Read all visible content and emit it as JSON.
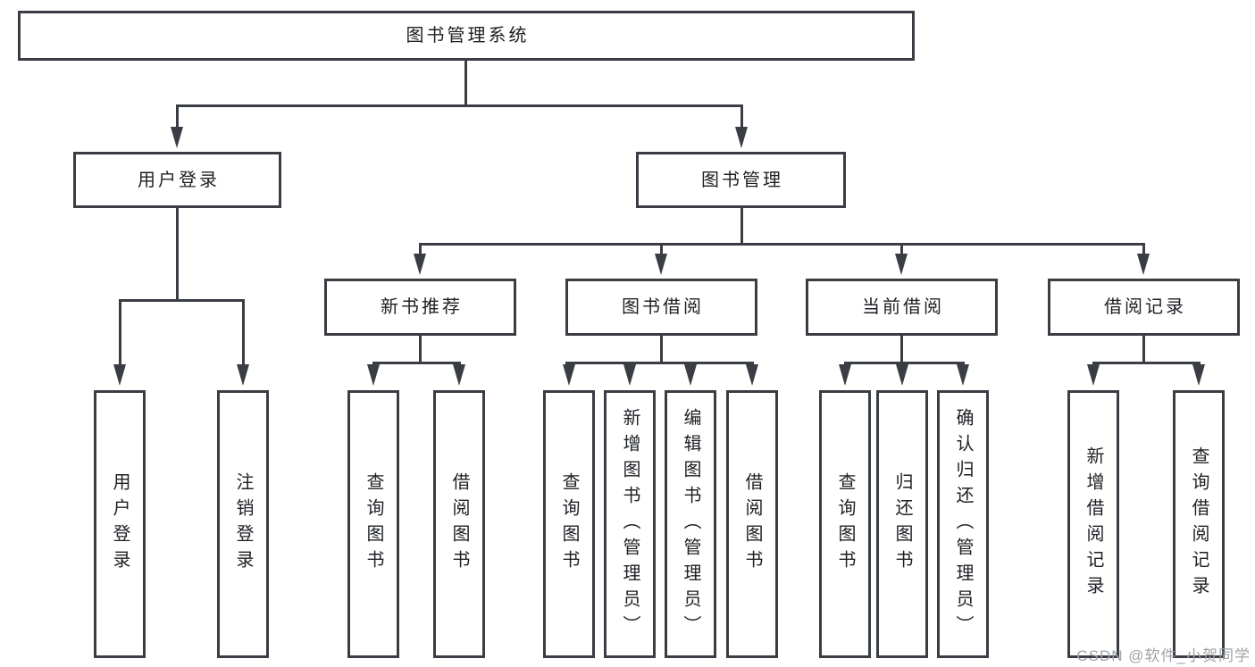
{
  "colors": {
    "line": "#3a3e44",
    "text": "#1d2024",
    "background": "#ffffff",
    "watermark": "#9fa3a7"
  },
  "watermark": {
    "text": "CSDN @软件_小贺同学"
  },
  "tree": {
    "label": "图书管理系统",
    "children": [
      {
        "label": "用户登录",
        "children": [
          {
            "label": "用户登录"
          },
          {
            "label": "注销登录"
          }
        ]
      },
      {
        "label": "图书管理",
        "children": [
          {
            "label": "新书推荐",
            "children": [
              {
                "label": "查询图书"
              },
              {
                "label": "借阅图书"
              }
            ]
          },
          {
            "label": "图书借阅",
            "children": [
              {
                "label": "查询图书"
              },
              {
                "label": "新增图书（管理员）"
              },
              {
                "label": "编辑图书（管理员）"
              },
              {
                "label": "借阅图书"
              }
            ]
          },
          {
            "label": "当前借阅",
            "children": [
              {
                "label": "查询图书"
              },
              {
                "label": "归还图书"
              },
              {
                "label": "确认归还（管理员）"
              }
            ]
          },
          {
            "label": "借阅记录",
            "children": [
              {
                "label": "新增借阅记录"
              },
              {
                "label": "查询借阅记录"
              }
            ]
          }
        ]
      }
    ]
  }
}
